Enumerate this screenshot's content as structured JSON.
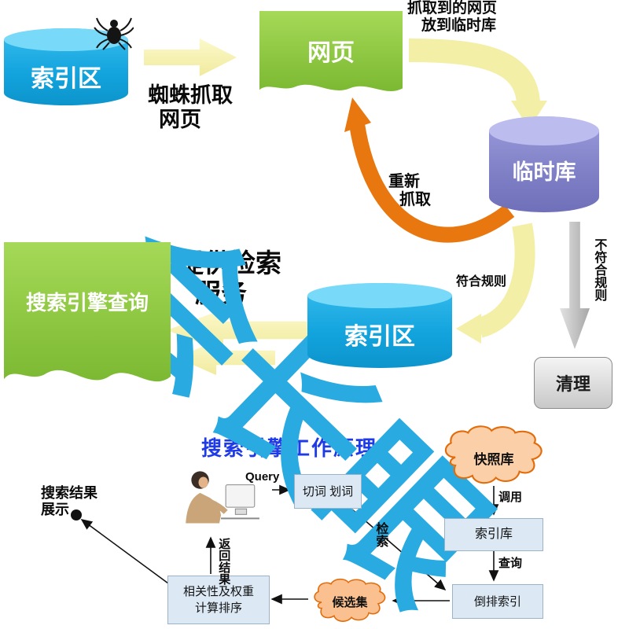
{
  "watermark": {
    "text": "会长眼",
    "color": "#29ABE2"
  },
  "top": {
    "db1": "索引区",
    "crawl1": "蜘蛛抓取",
    "crawl2": "网页",
    "web_doc": "网页",
    "fetch1": "抓取到的网页",
    "fetch2": "放到临时库",
    "temp_db": "临时库",
    "refetch1": "重新",
    "refetch2": "抓取",
    "rule_ok": "符合规则",
    "rule_no": "不符合规则",
    "clean": "清理",
    "db2": "索引区",
    "serve1": "提供检索",
    "serve2": "服务",
    "query_doc": "搜索引擎查询"
  },
  "bottom": {
    "title": "搜索引擎工作原理",
    "query": "Query",
    "segment": "切词 划词",
    "snapshot": "快照库",
    "index_lib": "索引库",
    "inverted": "倒排索引",
    "candidate": "候选集",
    "rank1": "相关性及权重",
    "rank2": "计算排序",
    "result1": "搜索结果",
    "result2": "展示",
    "lbl_retrieve": "检索",
    "lbl_call": "调用",
    "lbl_query": "查询",
    "lbl_return": "返回结果"
  },
  "colors": {
    "blue_cylinder": "#1FB1E8",
    "purple_cylinder": "#8282C8",
    "green_doc": "#8CC63F",
    "yellow_arrow": "#F4EFA6",
    "orange_arrow": "#E8770F",
    "watermark_blue": "#29ABE2",
    "process_box_fill": "#DCE9F5",
    "cloud_fill": "#FBCFA8",
    "title_blue": "#1F3BE8",
    "gray_arrow": "#BFBFBF"
  }
}
